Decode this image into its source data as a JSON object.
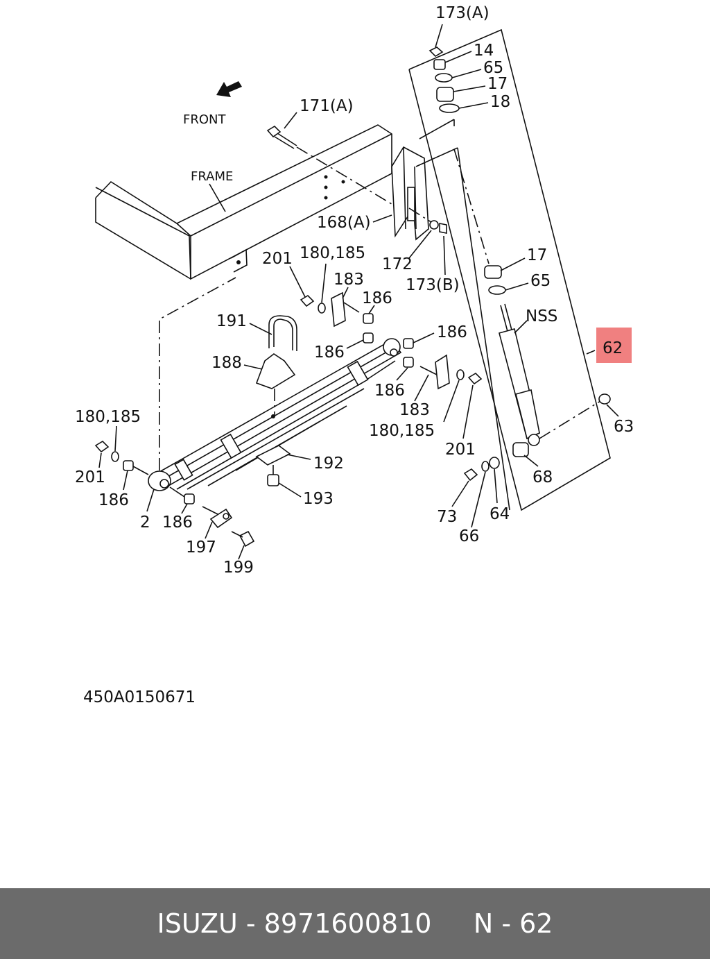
{
  "diagram": {
    "labels": {
      "front": "FRONT",
      "frame": "FRAME",
      "nss": "NSS",
      "drawing_code": "450A0150671",
      "p173a": "173(A)",
      "p14": "14",
      "p65a": "65",
      "p17a": "17",
      "p18": "18",
      "p171a": "171(A)",
      "p168a": "168(A)",
      "p172": "172",
      "p173b": "173(B)",
      "p17b": "17",
      "p65b": "65",
      "p62": "62",
      "p201a": "201",
      "p180_185a": "180,185",
      "p183a": "183",
      "p186a": "186",
      "p186b": "186",
      "p186c": "186",
      "p191": "191",
      "p188": "188",
      "p186d": "186",
      "p183b": "183",
      "p180_185b": "180,185",
      "p201b": "201",
      "p180_185c": "180,185",
      "p201c": "201",
      "p192": "192",
      "p193": "193",
      "p186e": "186",
      "p2": "2",
      "p186f": "186",
      "p197": "197",
      "p199": "199",
      "p63": "63",
      "p68": "68",
      "p73": "73",
      "p64": "64",
      "p66": "66"
    },
    "highlight_color": "#f08080"
  },
  "footer": {
    "text": "ISUZU - 8971600810     N - 62"
  }
}
